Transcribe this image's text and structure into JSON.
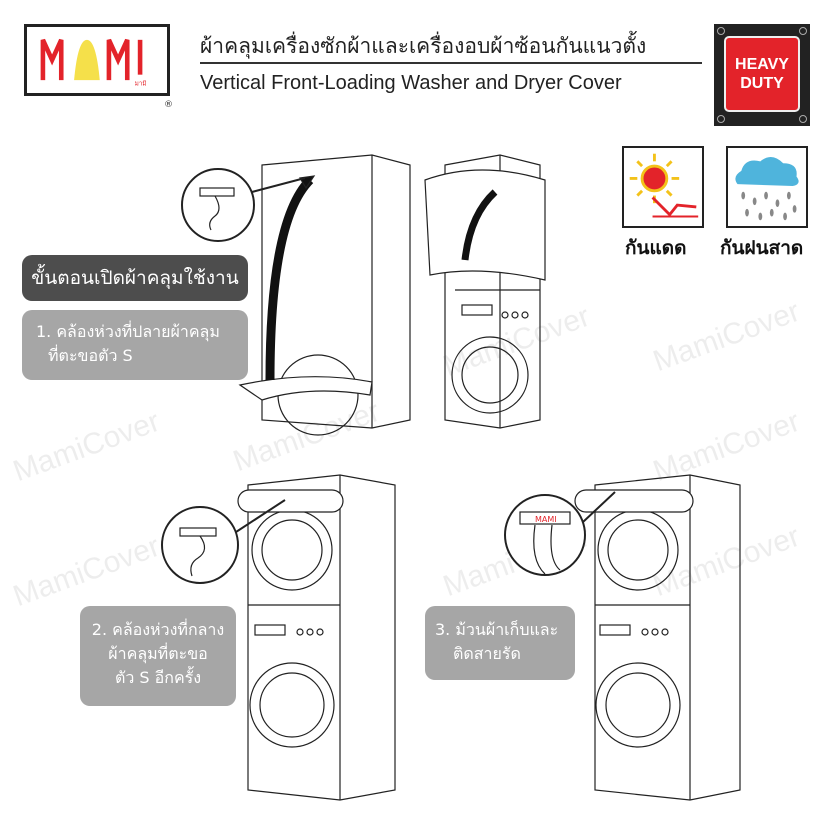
{
  "brand": {
    "logo_text": "MAMI",
    "logo_sub": "มามิ",
    "registered": "®"
  },
  "header": {
    "title_th": "ผ้าคลุมเครื่องซักผ้าและเครื่องอบผ้าซ้อนกันแนวตั้ง",
    "title_en": "Vertical Front-Loading Washer and Dryer Cover"
  },
  "badge": {
    "line1": "HEAVY",
    "line2": "DUTY"
  },
  "features": [
    {
      "icon": "sun-icon",
      "label": "กันแดด"
    },
    {
      "icon": "rain-icon",
      "label": "กันฝนสาด"
    }
  ],
  "steps": {
    "heading": "ขั้นตอนเปิดผ้าคลุมใช้งาน",
    "step1": [
      "1. คล้องห่วงที่ปลายผ้าคลุม",
      "ที่ตะขอตัว S"
    ],
    "step2": [
      "2. คล้องห่วงที่กลาง",
      "ผ้าคลุมที่ตะขอ",
      "ตัว S อีกครั้ง"
    ],
    "step3": [
      "3. ม้วนผ้าเก็บและ",
      "ติดสายรัด"
    ]
  },
  "watermark": "MamiCover",
  "colors": {
    "red": "#e3232a",
    "yellow": "#f5e04a",
    "dark": "#4d4d4d",
    "grey": "#a6a6a6"
  }
}
